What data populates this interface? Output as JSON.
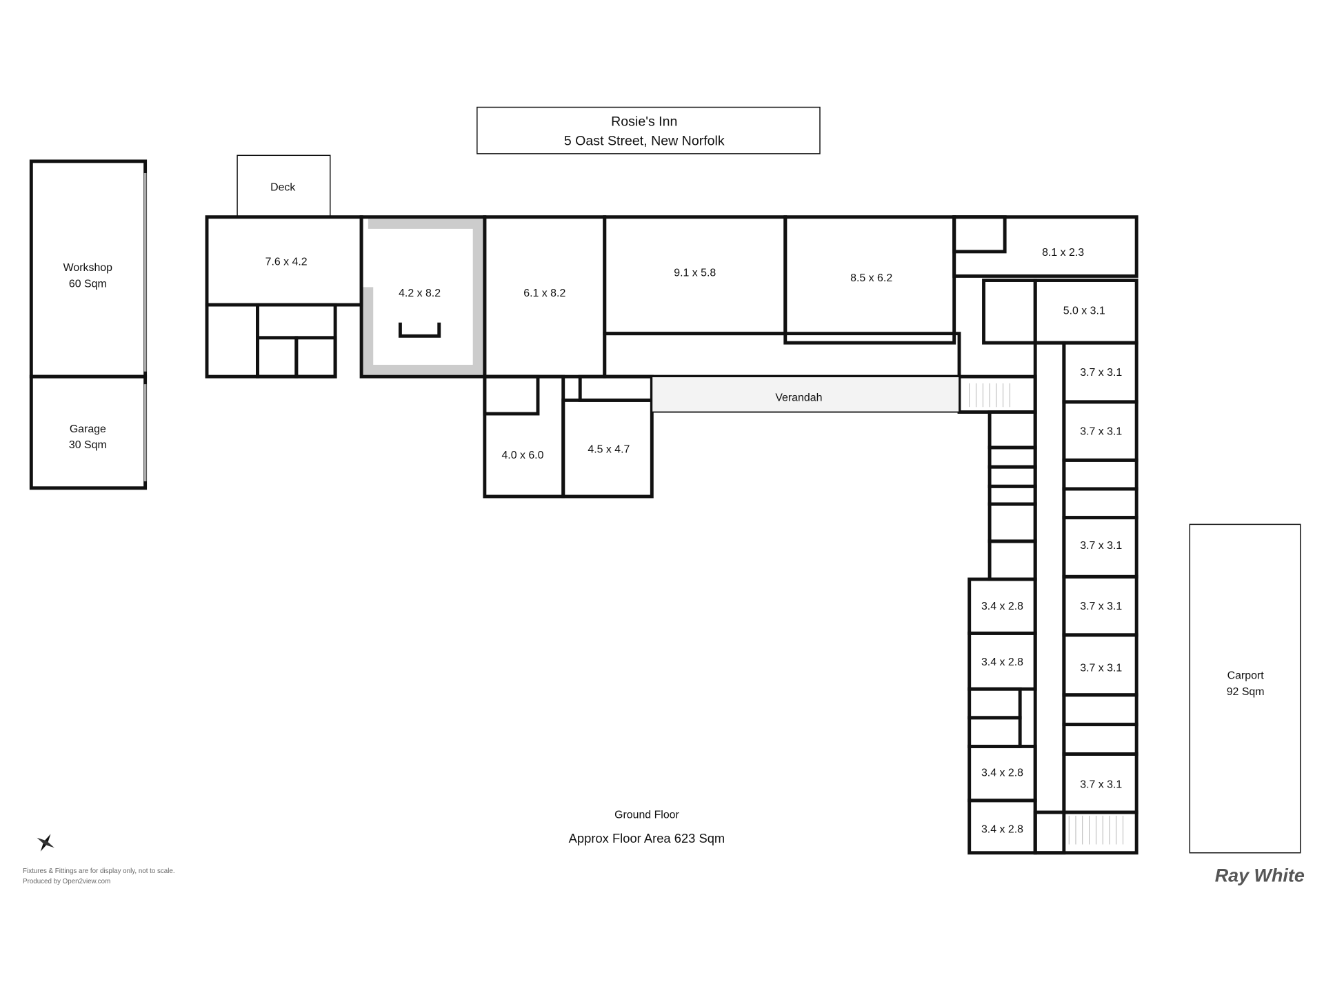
{
  "header": {
    "title": "Rosie's Inn",
    "address": "5 Oast Street, New Norfolk"
  },
  "rooms": {
    "workshop": {
      "name": "Workshop",
      "area": "60 Sqm"
    },
    "garage": {
      "name": "Garage",
      "area": "30 Sqm"
    },
    "deck": "Deck",
    "r1": "7.6 x 4.2",
    "r2": "4.2 x 8.2",
    "r3": "6.1 x 8.2",
    "r4": "9.1 x 5.8",
    "r5": "8.5 x 6.2",
    "r6": "8.1 x 2.3",
    "r7": "5.0 x 3.1",
    "verandah": "Verandah",
    "r8": "4.0 x 6.0",
    "r9": "4.5 x 4.7",
    "e1": "3.7 x 3.1",
    "e2": "3.7 x 3.1",
    "e3": "3.7 x 3.1",
    "e4": "3.7 x 3.1",
    "e5": "3.7 x 3.1",
    "e6": "3.7 x 3.1",
    "w1": "3.4 x 2.8",
    "w2": "3.4 x 2.8",
    "w3": "3.4 x 2.8",
    "w4": "3.4 x 2.8",
    "carport": {
      "name": "Carport",
      "area": "92 Sqm"
    }
  },
  "footer": {
    "floor": "Ground Floor",
    "area": "Approx Floor Area 623 Sqm",
    "disclaimer": "Fixtures & Fittings are for display only, not to scale.",
    "produced": "Produced by Open2view.com",
    "brand": "Ray White"
  },
  "icons": {
    "compass": "compass-icon"
  }
}
